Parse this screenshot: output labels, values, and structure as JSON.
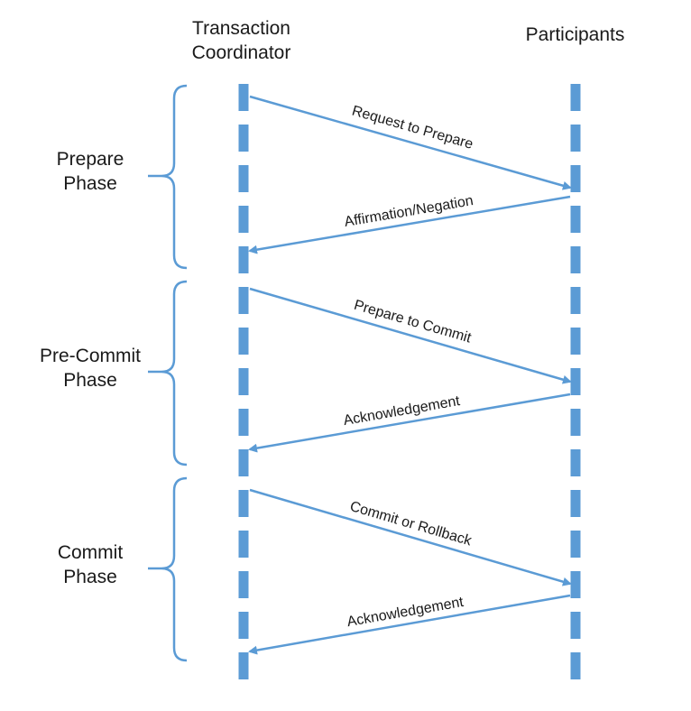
{
  "headers": {
    "coordinator": [
      "Transaction",
      "Coordinator"
    ],
    "participants": "Participants"
  },
  "phases": [
    {
      "line1": "Prepare",
      "line2": "Phase"
    },
    {
      "line1": "Pre-Commit",
      "line2": "Phase"
    },
    {
      "line1": "Commit",
      "line2": "Phase"
    }
  ],
  "messages": [
    "Request to Prepare",
    "Affirmation/Negation",
    "Prepare to Commit",
    "Acknowledgement",
    "Commit or Rollback",
    "Acknowledgement"
  ],
  "colors": {
    "lifeline": "#5b9bd5",
    "arrow": "#5b9bd5",
    "text": "#1a1a1a"
  }
}
